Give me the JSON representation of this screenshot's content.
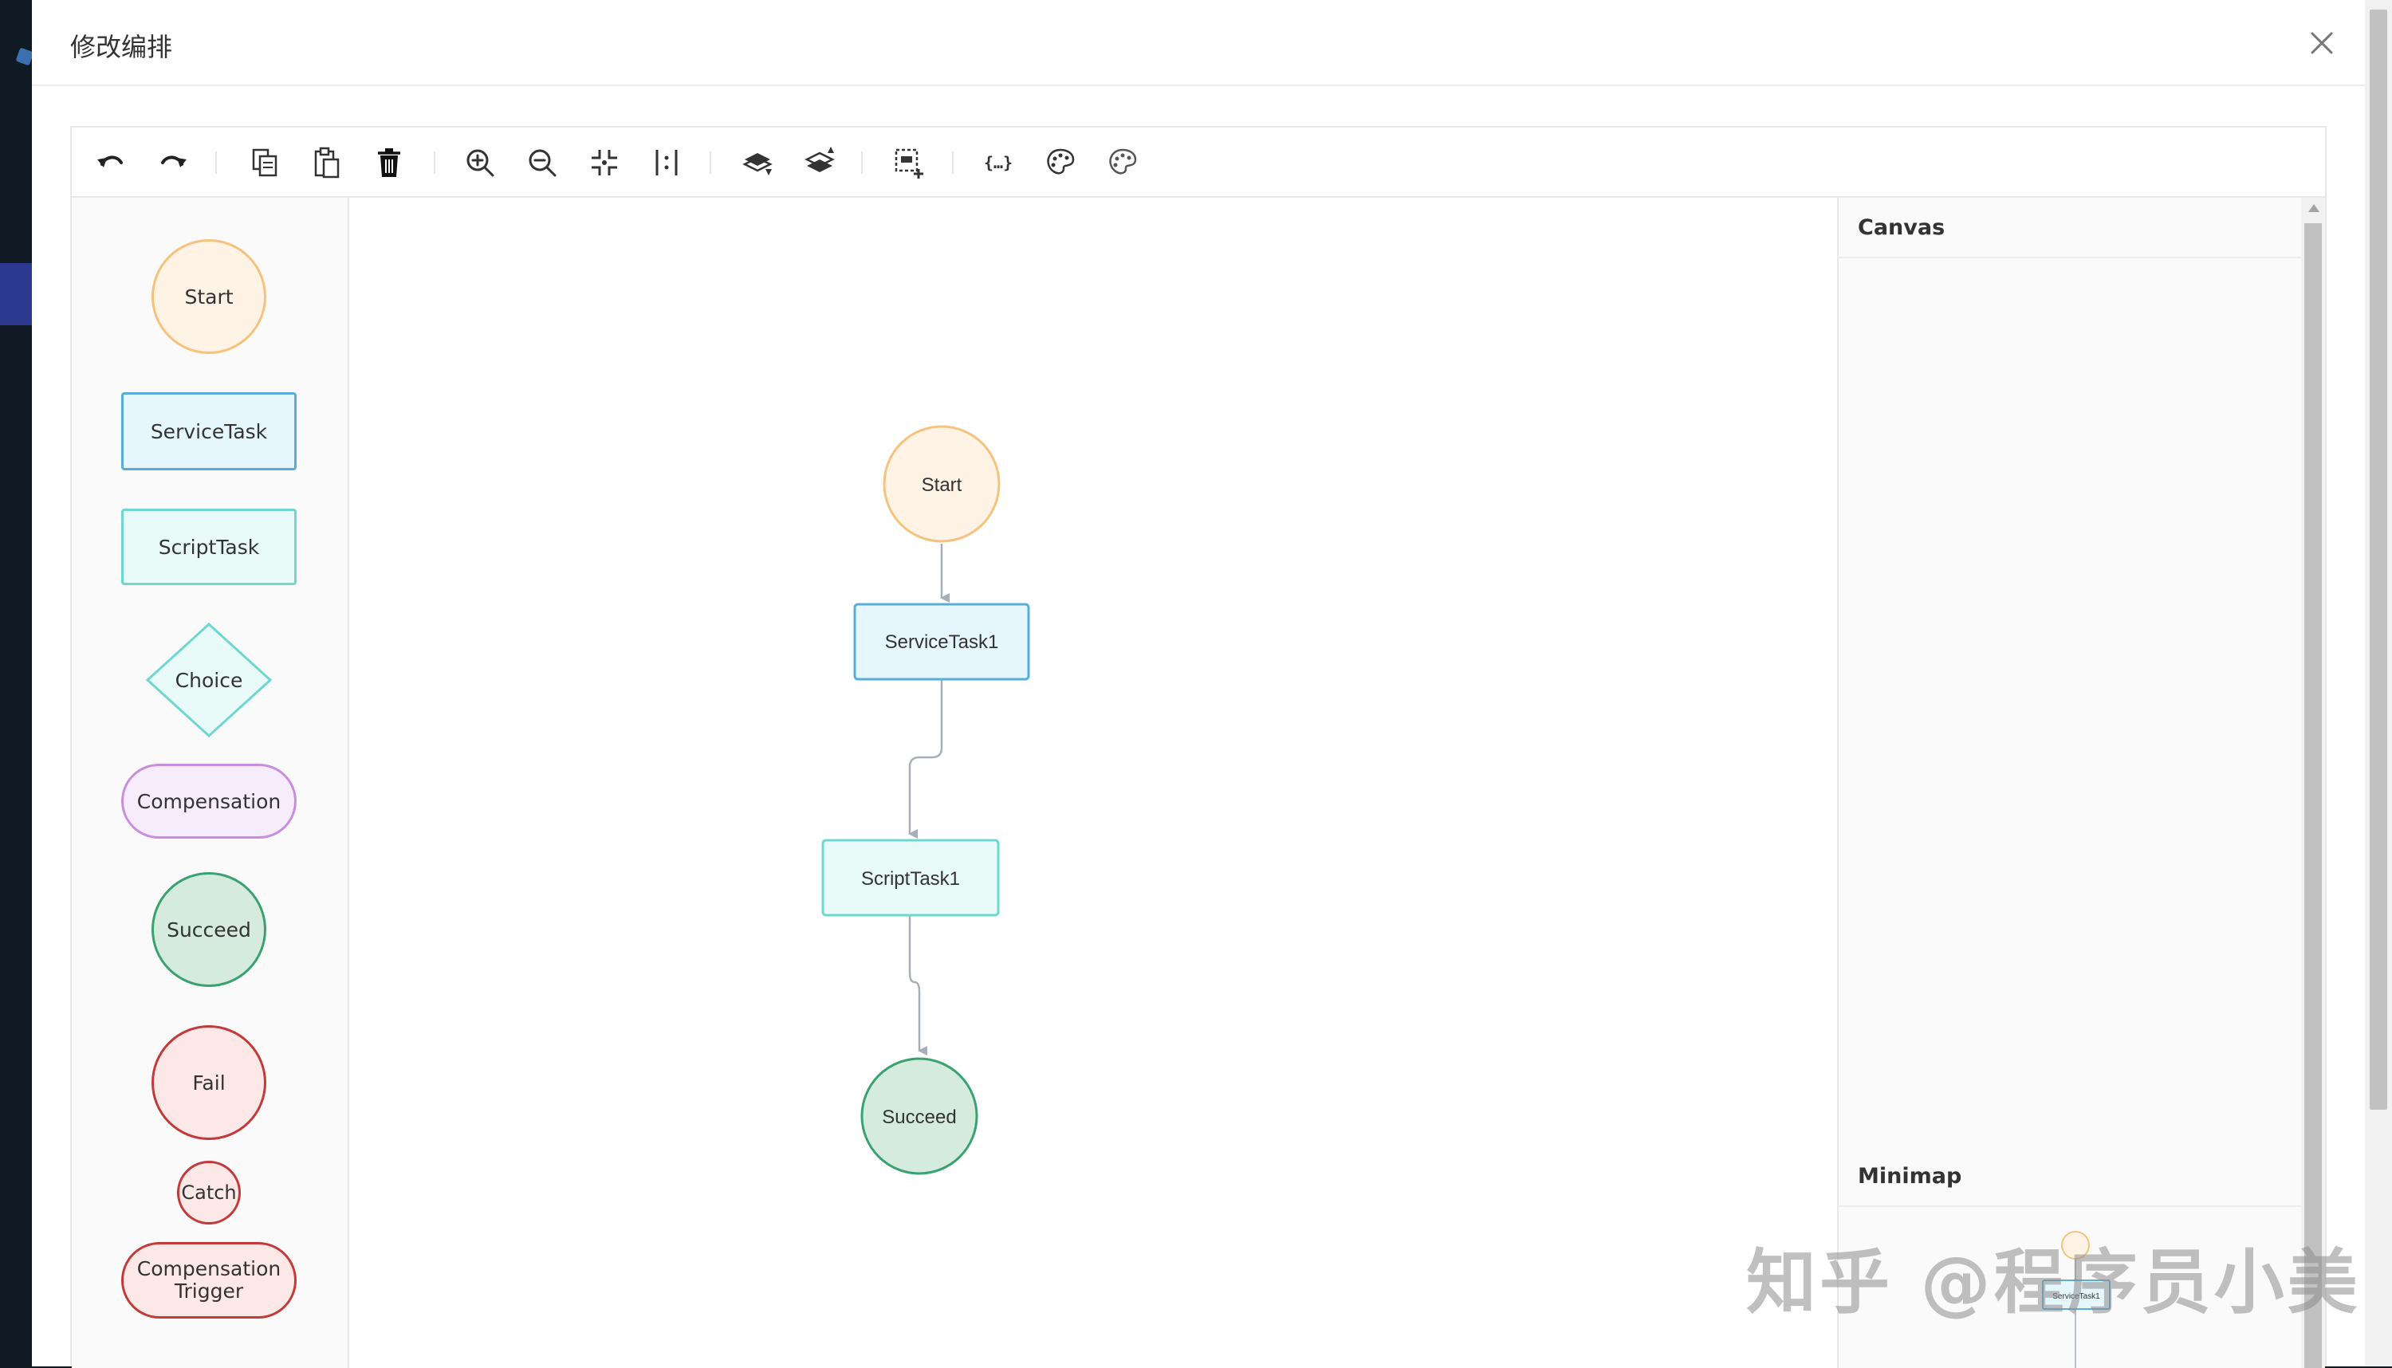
{
  "modal": {
    "title": "修改编排"
  },
  "toolbar": {
    "buttons": [
      {
        "name": "undo-icon"
      },
      {
        "name": "redo-icon"
      },
      {
        "name": "copy-icon"
      },
      {
        "name": "paste-icon"
      },
      {
        "name": "delete-icon"
      },
      {
        "name": "zoom-in-icon"
      },
      {
        "name": "zoom-out-icon"
      },
      {
        "name": "fit-view-icon"
      },
      {
        "name": "actual-size-icon"
      },
      {
        "name": "bring-to-front-icon"
      },
      {
        "name": "send-to-back-icon"
      },
      {
        "name": "multi-select-icon"
      },
      {
        "name": "json-view-icon"
      },
      {
        "name": "palette-icon"
      },
      {
        "name": "palette-alt-icon"
      }
    ]
  },
  "palette": {
    "items": [
      {
        "label": "Start",
        "shape": "circle",
        "fill": "#fff3e6",
        "stroke": "#f5c37d"
      },
      {
        "label": "ServiceTask",
        "shape": "rect",
        "fill": "#e6f6fd",
        "stroke": "#5aaed6"
      },
      {
        "label": "ScriptTask",
        "shape": "rect",
        "fill": "#e9fbf8",
        "stroke": "#6fd6d0"
      },
      {
        "label": "Choice",
        "shape": "diamond",
        "fill": "#e9fbf8",
        "stroke": "#6fd6d0"
      },
      {
        "label": "Compensation",
        "shape": "pill",
        "fill": "#f7ecfb",
        "stroke": "#c98ede"
      },
      {
        "label": "Succeed",
        "shape": "circle",
        "fill": "#d5ebde",
        "stroke": "#3aa171"
      },
      {
        "label": "Fail",
        "shape": "circle",
        "fill": "#fde8e8",
        "stroke": "#c23a3a"
      },
      {
        "label": "Catch",
        "shape": "circle",
        "fill": "#fde8e8",
        "stroke": "#c23a3a"
      },
      {
        "label_line1": "Compensation",
        "label_line2": "Trigger",
        "shape": "pill",
        "fill": "#fde8e8",
        "stroke": "#c23a3a"
      }
    ]
  },
  "canvas": {
    "nodes": [
      {
        "id": "start",
        "label": "Start"
      },
      {
        "id": "service",
        "label": "ServiceTask1"
      },
      {
        "id": "script",
        "label": "ScriptTask1"
      },
      {
        "id": "succeed",
        "label": "Succeed"
      }
    ]
  },
  "side_panel": {
    "canvas_title": "Canvas",
    "minimap_title": "Minimap",
    "minimap_node_label": "ServiceTask1"
  },
  "watermark": "知乎 @程序员小美",
  "colors": {
    "edge": "#a7b0ba",
    "start_fill": "#fff3e6",
    "start_stroke": "#f5c37d",
    "service_fill": "#e6f6fd",
    "service_stroke": "#5aaed6",
    "script_fill": "#e9fbf8",
    "script_stroke": "#6fd6d0",
    "succeed_fill": "#d5ebde",
    "succeed_stroke": "#3aa171"
  }
}
